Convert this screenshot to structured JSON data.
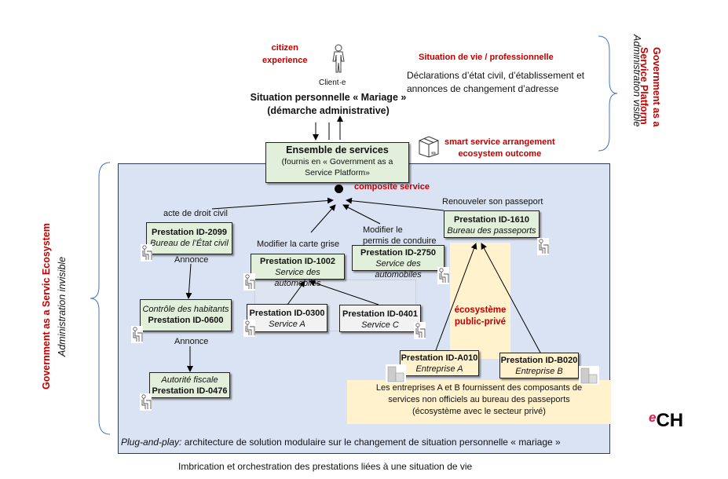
{
  "header": {
    "citizen_experience_line1": "citizen",
    "citizen_experience_line2": "experience",
    "client_label": "Client·e",
    "situation_title_line1": "Situation personnelle « Mariage »",
    "situation_title_line2": "(démarche administrative)",
    "life_situation_heading": "Situation de vie / professionnelle",
    "life_situation_line1": "Déclarations d’état civil, d’établissement et",
    "life_situation_line2": "annonces de changement d’adresse",
    "smart_service_line1": "smart service arrangement",
    "smart_service_line2": "ecosystem outcome"
  },
  "right_side": {
    "platform_title_line1": "Government as a",
    "platform_title_line2": "Service Platform",
    "platform_subtitle": "Administration visible"
  },
  "left_side": {
    "ecosystem_title": "Government as a Servic Ecosystem",
    "ecosystem_subtitle": "Administration invisible"
  },
  "ensemble": {
    "title": "Ensemble de services",
    "line2": "(fournis en « Government as a",
    "line3": "Service Platform»"
  },
  "composite_service_label": "composite service",
  "edge_labels": {
    "acte_droit_civil": "acte de droit civil",
    "modifier_carte_grise": "Modifier la carte grise",
    "modifier_permis_line1": "Modifier le",
    "modifier_permis_line2": "permis de conduire",
    "renouveler_passeport": "Renouveler son passeport",
    "annonce_1": "Annonce",
    "annonce_2": "Annonce"
  },
  "services": {
    "p2099": {
      "id": "Prestation ID-2099",
      "org": "Bureau de l’État civil"
    },
    "p0600": {
      "org": "Contrôle des habitants",
      "id": "Prestation ID-0600"
    },
    "p0476": {
      "org": "Autorité fiscale",
      "id": "Prestation ID-0476"
    },
    "p1002": {
      "id": "Prestation ID-1002",
      "org": "Service des automobiles"
    },
    "p2750": {
      "id": "Prestation ID-2750",
      "org": "Service des automobiles"
    },
    "p0300": {
      "id": "Prestation ID-0300",
      "org": "Service A"
    },
    "p0401": {
      "id": "Prestation ID-0401",
      "org": "Service C"
    },
    "p1610": {
      "id": "Prestation ID-1610",
      "org": "Bureau des passeports"
    },
    "pA010": {
      "id": "Prestation ID-A010",
      "org": "Entreprise A"
    },
    "pB020": {
      "id": "Prestation ID-B020",
      "org": "Entreprise B"
    }
  },
  "ecosystem_label_line1": "écosystème",
  "ecosystem_label_line2": "public-privé",
  "enterprise_note": {
    "line1": "Les entreprises A et B fournissent des composants de",
    "line2": "services non officiels au bureau des passeports",
    "line3": "(écosystème avec le secteur privé)"
  },
  "footer": {
    "plug_and_play_italic": "Plug-and-play:",
    "plug_and_play_text": " architecture de solution modulaire sur le changement de situation personnelle « mariage »",
    "caption": "Imbrication et orchestration des prestations liées à une situation de vie"
  },
  "logo": {
    "prefix": "e",
    "main": "CH"
  },
  "colors": {
    "accent_red": "#c00000",
    "panel_bg": "#dae3f3",
    "service_green": "#e2efda",
    "service_grey": "#f2f2f2",
    "ecosystem_yellow": "#fff2cc",
    "brace_blue": "#4472c4",
    "logo_pink": "#e6194b"
  }
}
